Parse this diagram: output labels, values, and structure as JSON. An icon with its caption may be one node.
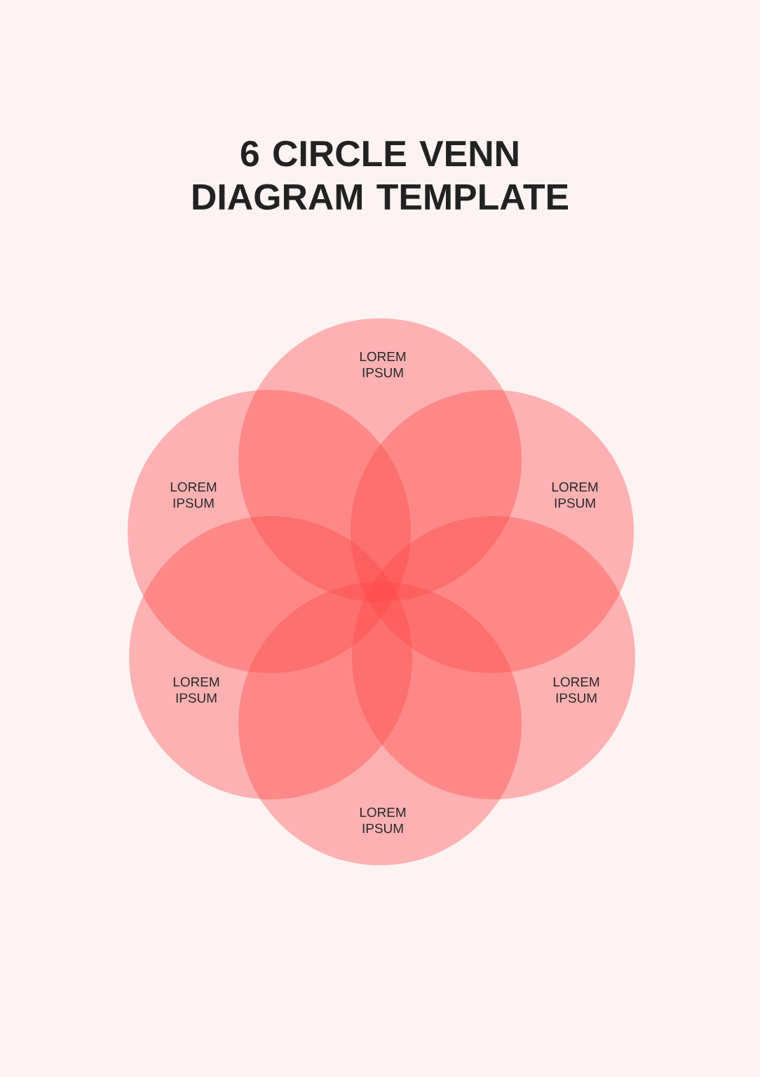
{
  "diagram": {
    "title": "6 CIRCLE VENN DIAGRAM TEMPLATE",
    "nodes": [
      {
        "text": [
          "LOREM IPSUM"
        ]
      },
      {
        "text": [
          "LOREM IPSUM"
        ]
      },
      {
        "text": [
          "LOREM IPSUM"
        ]
      },
      {
        "text": [
          "LOREM IPSUM"
        ]
      },
      {
        "text": [
          "LOREM IPSUM"
        ]
      },
      {
        "text": [
          "LOREM IPSUM"
        ]
      }
    ]
  }
}
